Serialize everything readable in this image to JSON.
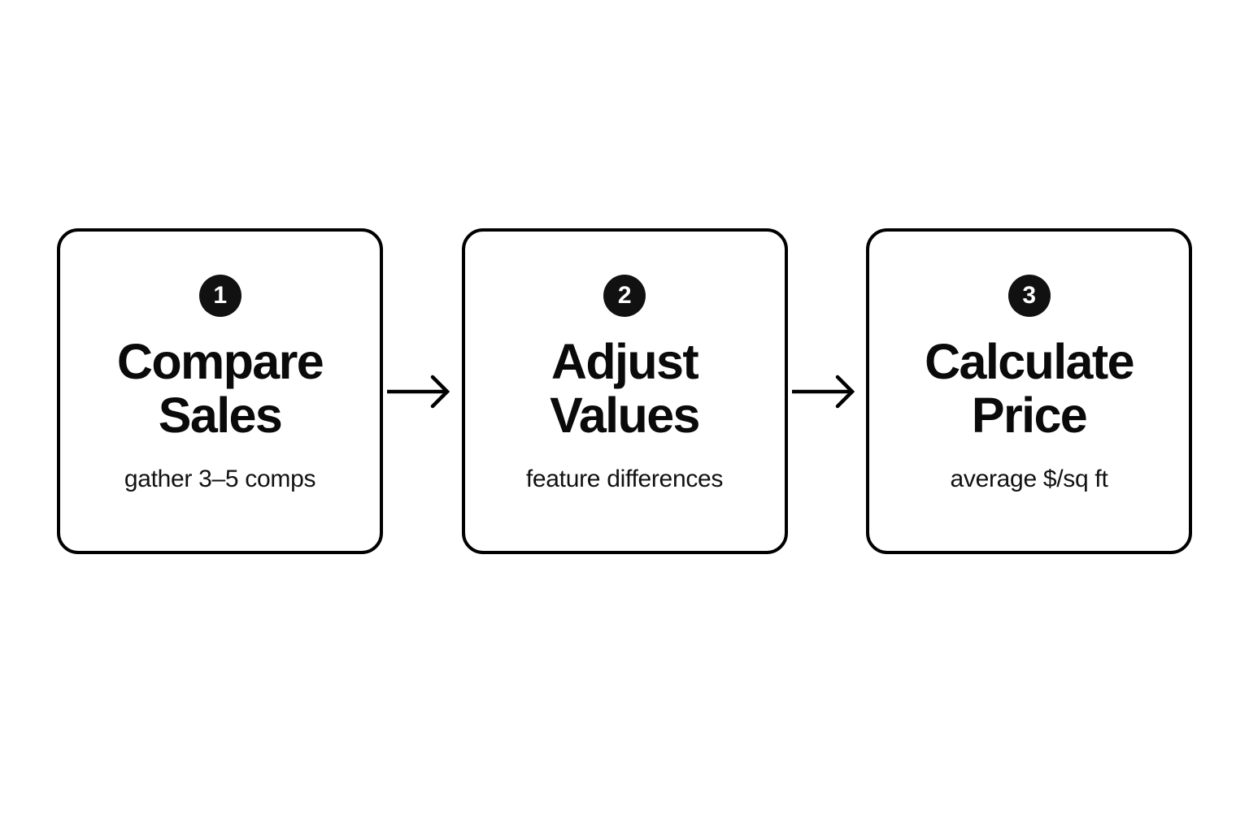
{
  "diagram": {
    "type": "horizontal-process-flow",
    "background_color": "#ffffff",
    "accent_color": "#111111",
    "steps": [
      {
        "number": "1",
        "title_line1": "Compare",
        "title_line2": "Sales",
        "subtitle": "gather 3–5 comps"
      },
      {
        "number": "2",
        "title_line1": "Adjust",
        "title_line2": "Values",
        "subtitle": "feature differences"
      },
      {
        "number": "3",
        "title_line1": "Calculate",
        "title_line2": "Price",
        "subtitle": "average $/sq ft"
      }
    ],
    "connectors": [
      {
        "icon": "arrow-right-icon"
      },
      {
        "icon": "arrow-right-icon"
      }
    ]
  }
}
